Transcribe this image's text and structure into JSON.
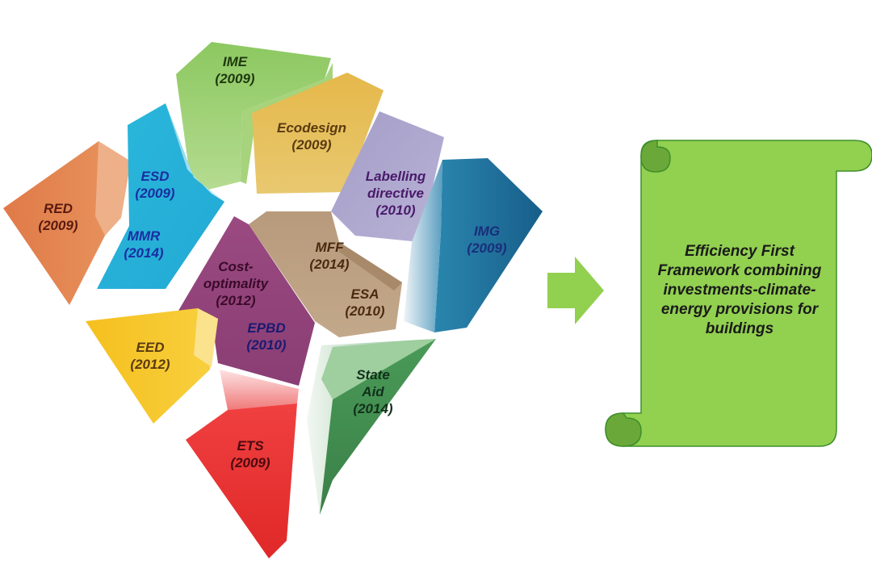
{
  "shards": [
    {
      "id": "ime",
      "lines": [
        "IME",
        "(2009)"
      ],
      "color": "#203a10"
    },
    {
      "id": "ecodesign",
      "lines": [
        "Ecodesign",
        "(2009)"
      ],
      "color": "#5a3a10"
    },
    {
      "id": "esd",
      "lines": [
        "ESD",
        "(2009)"
      ],
      "color": "#1a2ea0"
    },
    {
      "id": "mmr",
      "lines": [
        "MMR",
        "(2014)"
      ],
      "color": "#1a2ea0"
    },
    {
      "id": "red",
      "lines": [
        "RED",
        "(2009)"
      ],
      "color": "#5a1a10"
    },
    {
      "id": "labelling",
      "lines": [
        "Labelling",
        "directive",
        "(2010)"
      ],
      "color": "#4a1a6a"
    },
    {
      "id": "img",
      "lines": [
        "IMG",
        "(2009)"
      ],
      "color": "#1a2e7a"
    },
    {
      "id": "mff",
      "lines": [
        "MFF",
        "(2014)"
      ],
      "color": "#4a2a10"
    },
    {
      "id": "esa",
      "lines": [
        "ESA",
        "(2010)"
      ],
      "color": "#4a2a10"
    },
    {
      "id": "cost",
      "lines": [
        "Cost-",
        "optimality",
        "(2012)"
      ],
      "color": "#3a0a2a"
    },
    {
      "id": "epbd",
      "lines": [
        "EPBD",
        "(2010)"
      ],
      "color": "#1a1a70"
    },
    {
      "id": "eed",
      "lines": [
        "EED",
        "(2012)"
      ],
      "color": "#5a3a10"
    },
    {
      "id": "stateaid",
      "lines": [
        "State",
        "Aid",
        "(2014)"
      ],
      "color": "#10301a"
    },
    {
      "id": "ets",
      "lines": [
        "ETS",
        "(2009)"
      ],
      "color": "#4a0a10"
    }
  ],
  "scroll": {
    "text": "Efficiency First Framework combining investments-climate-energy provisions for buildings"
  },
  "colors": {
    "arrow": "#92d050",
    "scroll_fill": "#92d050",
    "scroll_curl": "#6aa83a",
    "scroll_stroke": "#3f8f2a"
  }
}
